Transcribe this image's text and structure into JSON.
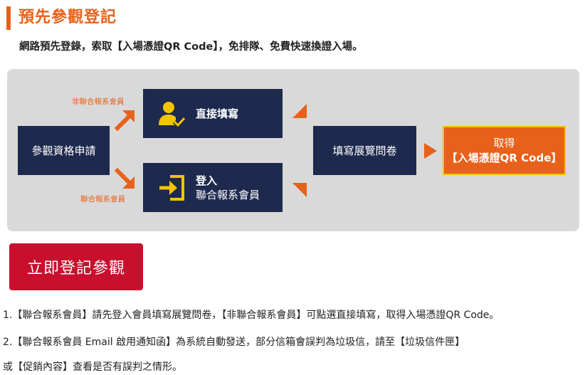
{
  "section": {
    "title": "預先參觀登記",
    "subtitle": "網路預先登錄，索取【入場憑證QR Code】，免排隊、免費快速換證入場。"
  },
  "flow": {
    "apply_label": "參觀資格申請",
    "nonmember_label": "非聯合報系會員",
    "member_label": "聯合報系會員",
    "direct_fill_label": "直接填寫",
    "login_label": "登入",
    "login_sub_label": "聯合報系會員",
    "survey_label": "填寫展覽問卷",
    "result_line1": "取得",
    "result_line2": "【入場憑證QR Code】",
    "icons": {
      "direct_fill": "user-check-icon",
      "login": "login-arrow-icon"
    },
    "colors": {
      "navy": "#1d2a4e",
      "orange": "#e8611a",
      "yellow": "#f5c400",
      "panel": "#d9d9d9"
    }
  },
  "cta": {
    "label": "立即登記參觀",
    "color": "#c8102e"
  },
  "notes": {
    "line1": "1.【聯合報系會員】請先登入會員填寫展覽問卷，【非聯合報系會員】可點選直接填寫，取得入場憑證QR Code。",
    "line2": "2.【聯合報系會員 Email 啟用通知函】為系統自動發送，部分信箱會誤判為垃圾信，請至【垃圾信件匣】",
    "line3": "或【促銷內容】查看是否有誤判之情形。"
  }
}
